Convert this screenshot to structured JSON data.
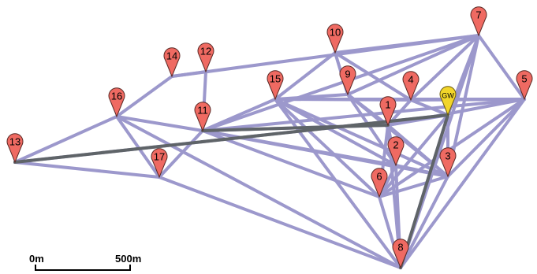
{
  "colors": {
    "link": "#9c98cc",
    "strong_link": "#5f6468",
    "node_fill": "#ef6a62",
    "node_stroke": "#5a2a26",
    "gateway_fill": "#f2d52a",
    "gateway_stroke": "#6a5a10",
    "scale": "#000000"
  },
  "scale_bar": {
    "start_label": "0m",
    "end_label": "500m"
  },
  "gateway": {
    "id": "GW",
    "label": "GW"
  },
  "nodes": [
    {
      "id": "1",
      "label": "1"
    },
    {
      "id": "2",
      "label": "2"
    },
    {
      "id": "3",
      "label": "3"
    },
    {
      "id": "4",
      "label": "4"
    },
    {
      "id": "5",
      "label": "5"
    },
    {
      "id": "6",
      "label": "6"
    },
    {
      "id": "7",
      "label": "7"
    },
    {
      "id": "8",
      "label": "8"
    },
    {
      "id": "9",
      "label": "9"
    },
    {
      "id": "10",
      "label": "10"
    },
    {
      "id": "11",
      "label": "11"
    },
    {
      "id": "12",
      "label": "12"
    },
    {
      "id": "13",
      "label": "13"
    },
    {
      "id": "14",
      "label": "14"
    },
    {
      "id": "15",
      "label": "15"
    },
    {
      "id": "16",
      "label": "16"
    },
    {
      "id": "17",
      "label": "17"
    }
  ],
  "links": [
    [
      "13",
      "16"
    ],
    [
      "13",
      "17"
    ],
    [
      "13",
      "GW"
    ],
    [
      "16",
      "14"
    ],
    [
      "16",
      "11"
    ],
    [
      "16",
      "17"
    ],
    [
      "14",
      "12"
    ],
    [
      "14",
      "7"
    ],
    [
      "12",
      "11"
    ],
    [
      "11",
      "17"
    ],
    [
      "11",
      "15"
    ],
    [
      "11",
      "1"
    ],
    [
      "11",
      "2"
    ],
    [
      "11",
      "6"
    ],
    [
      "11",
      "3"
    ],
    [
      "11",
      "7"
    ],
    [
      "11",
      "5"
    ],
    [
      "17",
      "8"
    ],
    [
      "16",
      "8"
    ],
    [
      "15",
      "10"
    ],
    [
      "15",
      "9"
    ],
    [
      "15",
      "4"
    ],
    [
      "15",
      "5"
    ],
    [
      "15",
      "8"
    ],
    [
      "15",
      "6"
    ],
    [
      "15",
      "3"
    ],
    [
      "15",
      "2"
    ],
    [
      "10",
      "9"
    ],
    [
      "10",
      "7"
    ],
    [
      "10",
      "4"
    ],
    [
      "9",
      "7"
    ],
    [
      "9",
      "1"
    ],
    [
      "9",
      "3"
    ],
    [
      "9",
      "2"
    ],
    [
      "4",
      "7"
    ],
    [
      "4",
      "1"
    ],
    [
      "4",
      "GW"
    ],
    [
      "4",
      "5"
    ],
    [
      "7",
      "GW"
    ],
    [
      "7",
      "5"
    ],
    [
      "7",
      "8"
    ],
    [
      "7",
      "3"
    ],
    [
      "5",
      "3"
    ],
    [
      "5",
      "6"
    ],
    [
      "5",
      "8"
    ],
    [
      "5",
      "1"
    ],
    [
      "GW",
      "1"
    ],
    [
      "GW",
      "3"
    ],
    [
      "GW",
      "8"
    ],
    [
      "GW",
      "6"
    ],
    [
      "1",
      "2"
    ],
    [
      "1",
      "6"
    ],
    [
      "1",
      "3"
    ],
    [
      "1",
      "8"
    ],
    [
      "2",
      "3"
    ],
    [
      "2",
      "6"
    ],
    [
      "2",
      "8"
    ],
    [
      "6",
      "8"
    ],
    [
      "6",
      "3"
    ],
    [
      "3",
      "8"
    ]
  ],
  "strong_links": [
    [
      "13",
      "GW"
    ],
    [
      "GW",
      "8"
    ],
    [
      "11",
      "1"
    ]
  ]
}
